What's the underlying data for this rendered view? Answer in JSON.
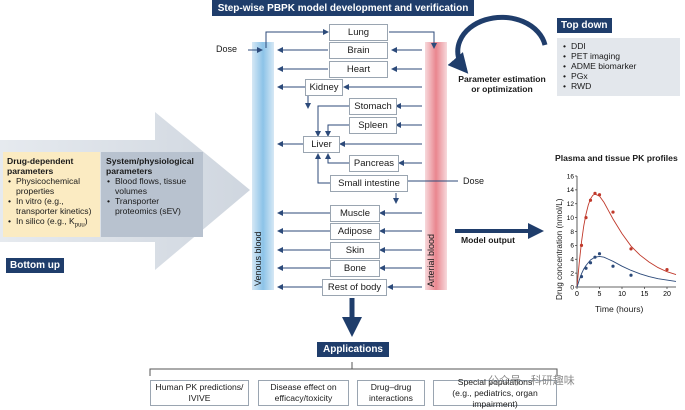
{
  "title": "Step-wise PBPK model development and verification",
  "dose_left": "Dose",
  "dose_right": "Dose",
  "venous": "Venous blood",
  "arterial": "Arterial blood",
  "organs": {
    "lung": "Lung",
    "brain": "Brain",
    "heart": "Heart",
    "kidney": "Kidney",
    "stomach": "Stomach",
    "spleen": "Spleen",
    "liver": "Liver",
    "pancreas": "Pancreas",
    "small_intestine": "Small intestine",
    "muscle": "Muscle",
    "adipose": "Adipose",
    "skin": "Skin",
    "bone": "Bone",
    "rest": "Rest of body"
  },
  "top_down": {
    "title": "Top down",
    "items": [
      "DDI",
      "PET imaging",
      "ADME biomarker",
      "PGx",
      "RWD"
    ]
  },
  "parameter_estimation": [
    "Parameter estimation",
    "or optimization"
  ],
  "drug_dependent": {
    "title_lines": [
      "Drug-dependent",
      "parameters"
    ],
    "items": [
      "Physicochemical properties",
      "In vitro (e.g., transporter kinetics)",
      "In silico (e.g., K"
    ],
    "kpuu_sub": "puu",
    "kpuu_close": ")"
  },
  "system_physiological": {
    "title_lines": [
      "System/physiological",
      "parameters"
    ],
    "items": [
      "Blood flows, tissue volumes",
      "Transporter proteomics (sEV)"
    ]
  },
  "bottom_up": "Bottom up",
  "model_output": "Model output",
  "applications": "Applications",
  "app_items": [
    [
      "Human PK predictions/",
      "IVIVE"
    ],
    [
      "Disease effect on",
      "efficacy/toxicity"
    ],
    [
      "Drug–drug",
      "interactions"
    ],
    [
      "Special populations",
      "(e.g., pediatrics, organ impairment)"
    ]
  ],
  "watermark": "公众号 · 科研趣味",
  "chart_data": {
    "type": "scatter",
    "title": "Plasma and tissue PK profiles",
    "xlabel": "Time (hours)",
    "ylabel": "Drug concentration (nmol/L)",
    "xlim": [
      0,
      22
    ],
    "ylim": [
      0,
      16
    ],
    "xticks": [
      0,
      5,
      10,
      15,
      20
    ],
    "yticks": [
      0,
      2,
      4,
      6,
      8,
      10,
      12,
      14,
      16
    ],
    "series": [
      {
        "color": "#c0392b",
        "x": [
          1,
          2,
          3,
          4,
          5,
          8,
          12,
          20
        ],
        "y": [
          6,
          10,
          12.5,
          13.5,
          13.3,
          10.8,
          5.5,
          2.5
        ],
        "fit_x": [
          0,
          0.5,
          1,
          1.5,
          2,
          2.5,
          3,
          3.5,
          4,
          5,
          6,
          7,
          8,
          10,
          12,
          14,
          16,
          18,
          20,
          22
        ],
        "fit_y": [
          0,
          3.5,
          6.5,
          8.8,
          10.5,
          11.8,
          12.7,
          13.2,
          13.4,
          13.1,
          12.2,
          11,
          9.8,
          7.7,
          5.9,
          4.6,
          3.6,
          2.8,
          2.2,
          1.8
        ]
      },
      {
        "color": "#2c4a7a",
        "x": [
          1,
          2,
          3,
          4,
          5,
          8,
          12
        ],
        "y": [
          1.5,
          2.7,
          3.5,
          4.3,
          4.8,
          3,
          1.7
        ],
        "fit_x": [
          0,
          0.5,
          1,
          1.5,
          2,
          3,
          4,
          5,
          6,
          7,
          8,
          10,
          12,
          14,
          16,
          18,
          20,
          22
        ],
        "fit_y": [
          0,
          1,
          1.9,
          2.6,
          3.1,
          3.9,
          4.3,
          4.4,
          4.3,
          4,
          3.7,
          3,
          2.4,
          1.9,
          1.5,
          1.2,
          1,
          0.8
        ]
      }
    ]
  }
}
